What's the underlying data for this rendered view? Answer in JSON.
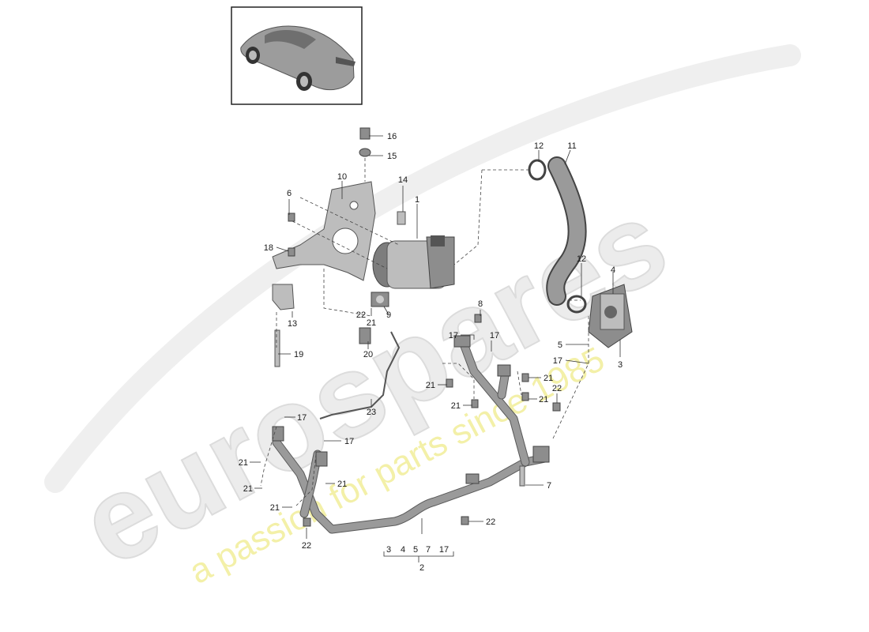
{
  "watermark": {
    "brand": "eurospares",
    "tagline": "a passion for parts since 1985"
  },
  "thumbnail": {
    "icon": "car-icon"
  },
  "callouts": {
    "c1": "1",
    "c2": "2",
    "c3": "3",
    "c4": "4",
    "c5": "5",
    "c6": "6",
    "c7": "7",
    "c8": "8",
    "c9": "9",
    "c10": "10",
    "c11": "11",
    "c12a": "12",
    "c12b": "12",
    "c13": "13",
    "c14": "14",
    "c15": "15",
    "c16": "16",
    "c17a": "17",
    "c17b": "17",
    "c17c": "17",
    "c17d": "17",
    "c17e": "17",
    "c18": "18",
    "c19": "19",
    "c20": "20",
    "c21a": "21",
    "c21b": "21",
    "c21c": "21",
    "c21d": "21",
    "c21e": "21",
    "c21f": "21",
    "c21g": "21",
    "c21h": "21",
    "c21i": "21",
    "c22a": "22",
    "c22b": "22",
    "c22c": "22",
    "c22d": "22",
    "c23": "23"
  },
  "assembly_group": {
    "items": [
      "3",
      "4",
      "5",
      "7",
      "17"
    ],
    "parent": "2"
  }
}
